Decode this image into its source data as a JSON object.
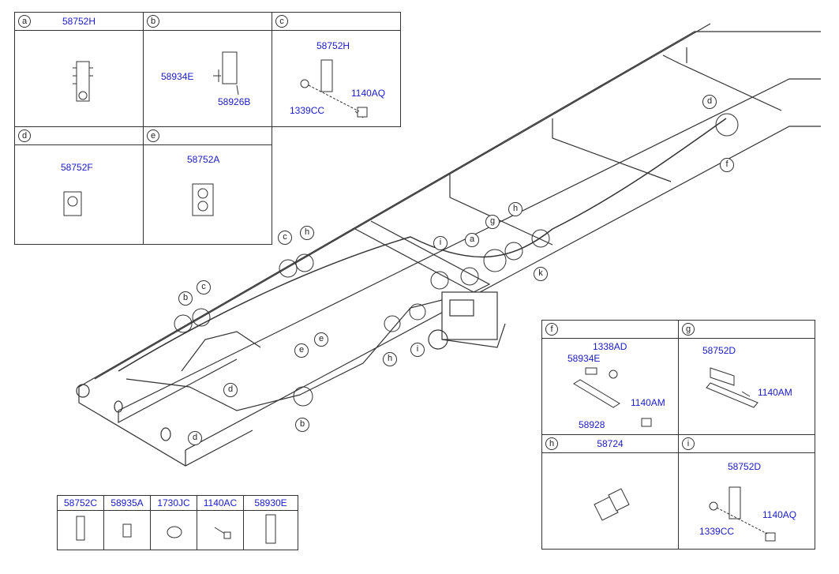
{
  "boxes": {
    "a": {
      "letter": "a",
      "header_part": "58752H"
    },
    "b": {
      "letter": "b",
      "parts": [
        "58934E",
        "58926B"
      ]
    },
    "c": {
      "letter": "c",
      "parts": [
        "58752H",
        "1339CC",
        "1140AQ"
      ]
    },
    "d": {
      "letter": "d",
      "header_part": "58752F"
    },
    "e": {
      "letter": "e",
      "header_part": "58752A"
    },
    "f": {
      "letter": "f",
      "parts": [
        "1338AD",
        "58934E",
        "58928",
        "1140AM"
      ]
    },
    "g": {
      "letter": "g",
      "parts": [
        "58752D",
        "1140AM"
      ]
    },
    "h": {
      "letter": "h",
      "header_part": "58724"
    },
    "i": {
      "letter": "i",
      "parts": [
        "58752D",
        "1339CC",
        "1140AQ"
      ]
    }
  },
  "parts_table": [
    "58752C",
    "58935A",
    "1730JC",
    "1140AC",
    "58930E"
  ],
  "callouts": [
    "c",
    "h",
    "b",
    "c",
    "a",
    "i",
    "g",
    "h",
    "k",
    "d",
    "f",
    "e",
    "e",
    "h",
    "i",
    "d",
    "d",
    "b"
  ]
}
